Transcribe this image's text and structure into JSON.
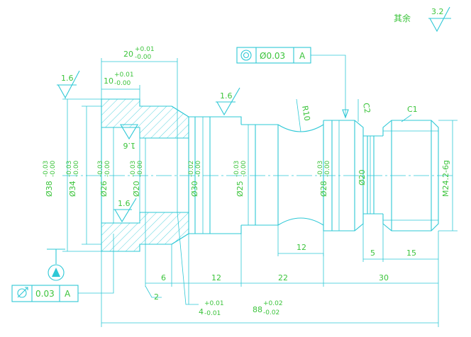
{
  "colors": {
    "line": "#2ec8d6",
    "text": "#3cc43c"
  },
  "roughness": {
    "rest_label": "其余",
    "rest_value": "3.2",
    "left_top": "1.6",
    "groove": "1.6",
    "bore_flipped": "1.6",
    "bore_bottom": "1.6"
  },
  "frames": {
    "concentricity": {
      "symbol": "◎",
      "value": "Ø0.03",
      "datum": "A"
    },
    "runout": {
      "symbol": "↗",
      "value": "0.03",
      "datum": "A"
    },
    "datum_letter": "A"
  },
  "dims": {
    "d38": {
      "base": "Ø38",
      "upper": "-0.03",
      "lower": "-0.00"
    },
    "d34": {
      "base": "Ø34",
      "upper": "-0.03",
      "lower": "-0.00"
    },
    "d26": {
      "base": "Ø26",
      "upper": "-0.03",
      "lower": "-0.00"
    },
    "d20bore": {
      "base": "Ø20",
      "upper": "-0.03",
      "lower": "-0.00"
    },
    "d30": {
      "base": "Ø30",
      "upper": "-0.02",
      "lower": "-0.00"
    },
    "d25": {
      "base": "Ø25",
      "upper": "-0.03",
      "lower": "-0.00"
    },
    "d28": {
      "base": "Ø28",
      "upper": "-0.03",
      "lower": "-0.00"
    },
    "d20": "Ø20",
    "m24": "M24.2-6g",
    "len20": {
      "base": "20",
      "upper": "+0.01",
      "lower": "-0.00"
    },
    "len10": {
      "base": "10",
      "upper": "+0.01",
      "lower": "-0.00"
    },
    "len4": {
      "base": "4",
      "upper": "+0.01",
      "lower": "-0.01"
    },
    "len88": {
      "base": "88",
      "upper": "+0.02",
      "lower": "-0.02"
    },
    "r10": "R10",
    "c2": "C2",
    "c1": "C1",
    "l12a": "12",
    "l5": "5",
    "l15": "15",
    "l6": "6",
    "l12b": "12",
    "l22": "22",
    "l30": "30",
    "l2": "2"
  }
}
